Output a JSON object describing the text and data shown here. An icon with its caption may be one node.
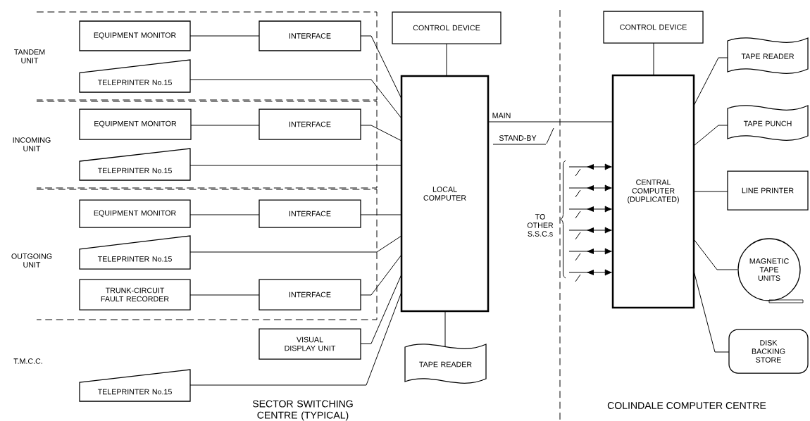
{
  "diagram": {
    "nodes": [
      {
        "text": [
          "TANDEM UNIT"
        ]
      },
      {
        "text": [
          "EQUIPMENT MONITOR"
        ],
        "in": 0
      },
      {
        "text": [
          "INTERFACE"
        ],
        "in": 0
      },
      {
        "text": [
          "TELEPRINTER No.15"
        ],
        "in": 0
      },
      {
        "text": [
          "INCOMING UNIT"
        ]
      },
      {
        "text": [
          "EQUIPMENT MONITOR"
        ],
        "in": 4
      },
      {
        "text": [
          "INTERFACE"
        ],
        "in": 4
      },
      {
        "text": [
          "TELEPRINTER No.15"
        ],
        "in": 4
      },
      {
        "text": [
          "OUTGOING UNIT"
        ]
      },
      {
        "text": [
          "EQUIPMENT MONITOR"
        ],
        "in": 8
      },
      {
        "text": [
          "INTERFACE"
        ],
        "in": 8
      },
      {
        "text": [
          "TELEPRINTER No.15"
        ],
        "in": 8
      },
      {
        "text": [
          "TRUNK-CIRCUIT FAULT RECORDER"
        ],
        "in": 8
      },
      {
        "text": [
          "INTERFACE"
        ],
        "in": 8
      },
      {
        "text": [
          "VISUAL DISPLAY UNIT"
        ]
      },
      {
        "text": [
          "TELEPRINTER No.15"
        ]
      },
      {
        "text": [
          "CONTROL DEVICE"
        ]
      },
      {
        "text": [
          "LOCAL COMPUTER"
        ]
      },
      {
        "text": [
          "TAPE READER"
        ]
      },
      {
        "text": [
          "CONTROL DEVICE"
        ]
      },
      {
        "text": [
          "CENTRAL COMPUTER (DUPLICATED)"
        ]
      },
      {
        "text": [
          "TAPE READER"
        ]
      },
      {
        "text": [
          "TAPE PUNCH"
        ]
      },
      {
        "text": [
          "LINE PRINTER"
        ]
      },
      {
        "text": [
          "MAGNETIC TAPE UNITS"
        ]
      },
      {
        "text": [
          "DISK BACKING STORE"
        ]
      }
    ],
    "edges": [
      {
        "from": 1,
        "to": 2,
        "arrow": "none"
      },
      {
        "from": 2,
        "to": 17,
        "arrow": "none"
      },
      {
        "from": 3,
        "to": 17,
        "arrow": "none"
      },
      {
        "from": 5,
        "to": 6,
        "arrow": "none"
      },
      {
        "from": 6,
        "to": 17,
        "arrow": "none"
      },
      {
        "from": 7,
        "to": 17,
        "arrow": "none"
      },
      {
        "from": 9,
        "to": 10,
        "arrow": "none"
      },
      {
        "from": 10,
        "to": 17,
        "arrow": "none"
      },
      {
        "from": 11,
        "to": 17,
        "arrow": "none"
      },
      {
        "from": 12,
        "to": 13,
        "arrow": "none"
      },
      {
        "from": 13,
        "to": 17,
        "arrow": "none"
      },
      {
        "from": 14,
        "to": 17,
        "arrow": "none"
      },
      {
        "from": 15,
        "to": 17,
        "arrow": "none"
      },
      {
        "from": 16,
        "to": 17,
        "arrow": "none"
      },
      {
        "from": 17,
        "to": 18,
        "arrow": "none"
      },
      {
        "from": 17,
        "to": 20,
        "arrow": "none",
        "label": "MAIN"
      },
      {
        "from": 19,
        "to": 20,
        "arrow": "none"
      },
      {
        "from": 20,
        "to": 21,
        "arrow": "none"
      },
      {
        "from": 20,
        "to": 22,
        "arrow": "none"
      },
      {
        "from": 20,
        "to": 23,
        "arrow": "none"
      },
      {
        "from": 20,
        "to": 24,
        "arrow": "none"
      },
      {
        "from": 20,
        "to": 25,
        "arrow": "none"
      },
      {
        "from": null,
        "to": 20,
        "arrow": "to"
      },
      {
        "from": null,
        "to": 20,
        "arrow": "to"
      },
      {
        "from": null,
        "to": 20,
        "arrow": "to"
      },
      {
        "from": null,
        "to": 20,
        "arrow": "to"
      },
      {
        "from": null,
        "to": 20,
        "arrow": "to"
      },
      {
        "from": null,
        "to": 20,
        "arrow": "to"
      }
    ],
    "labels": [
      "STAND-BY",
      "TO OTHER S.S.C.s",
      "T.M.C.C.",
      "SECTOR SWITCHING CENTRE (TYPICAL)",
      "COLINDALE COMPUTER CENTRE"
    ]
  }
}
